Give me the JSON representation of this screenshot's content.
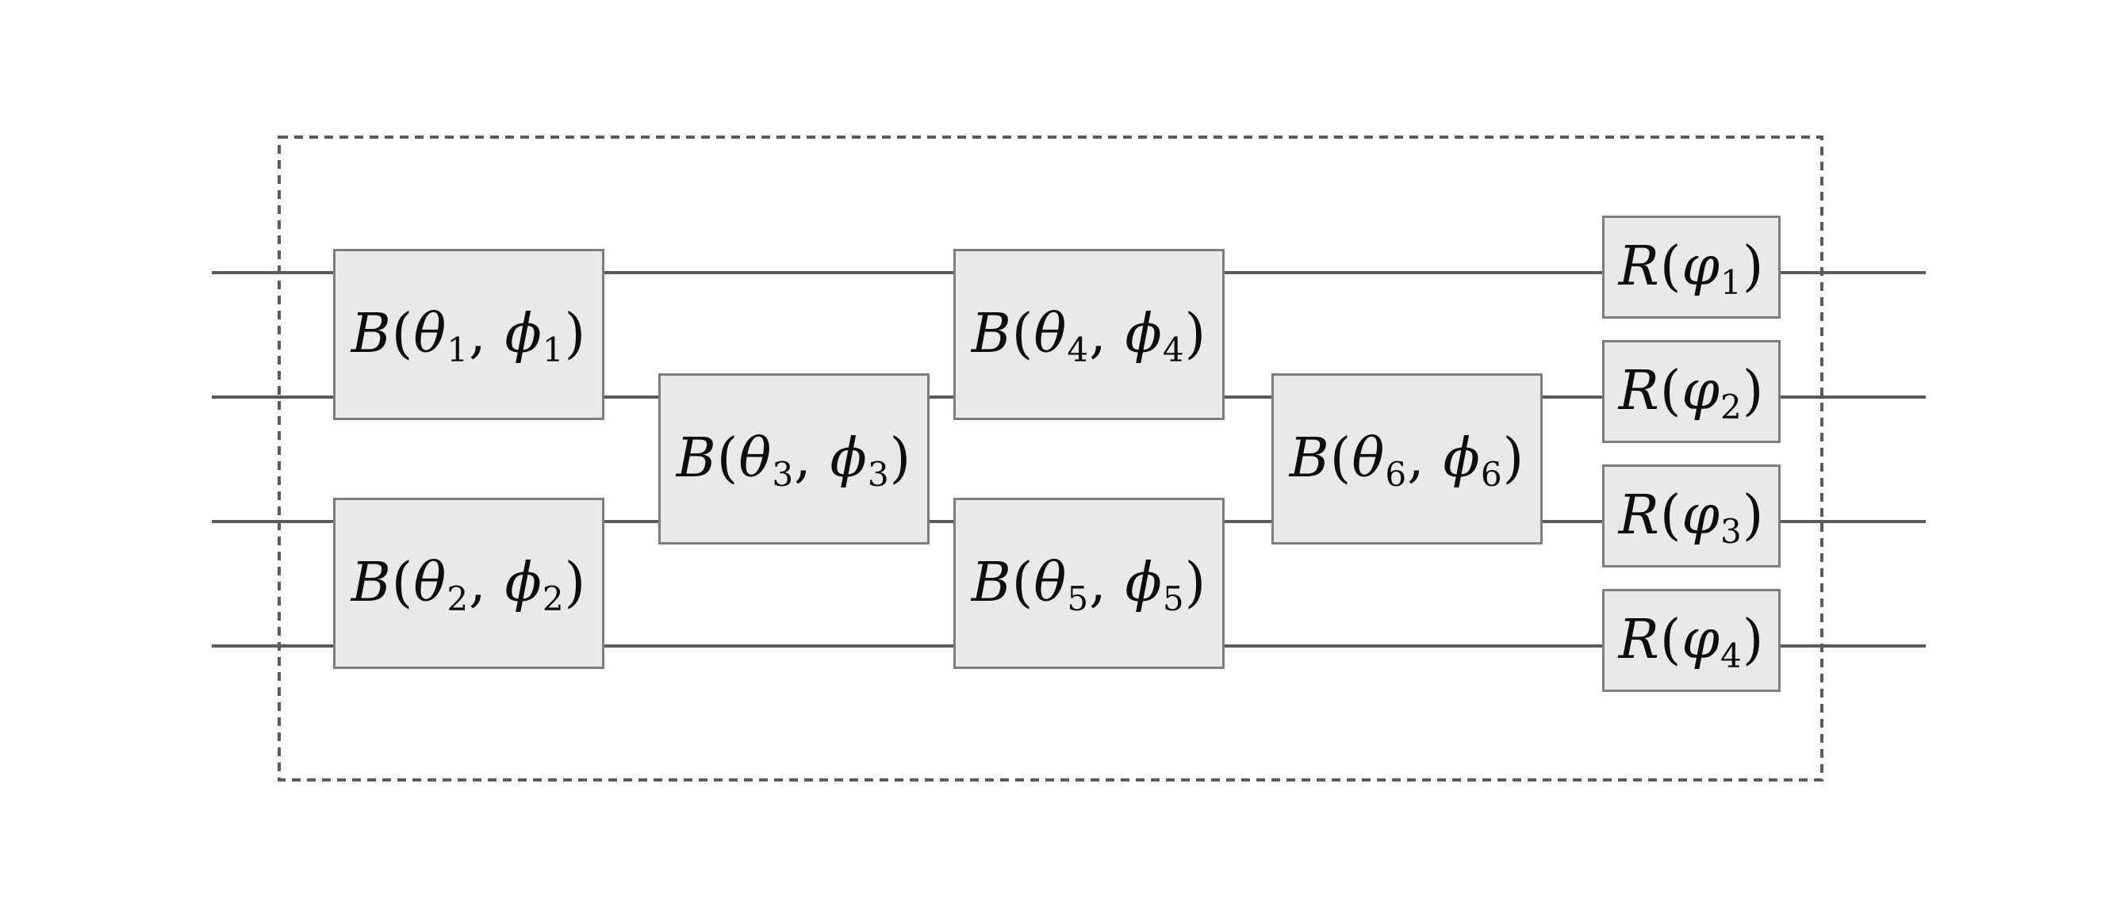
{
  "figure": {
    "type": "photonic-quantum-circuit-diagram",
    "wire_count": 4,
    "beamsplitter_count": 6,
    "rotation_count": 4,
    "colors": {
      "background": "#ffffff",
      "wire": "#5b5b5b",
      "box_fill": "#e9e9e9",
      "box_border": "#7e7e7e",
      "dashed_border": "#5b5b5b",
      "text": "#0d0d0d"
    }
  },
  "gates": {
    "beamsplitters": [
      {
        "name": "B",
        "open": "(",
        "param1": "θ",
        "sub1": "1",
        "sep": ", ",
        "param2": "ϕ",
        "sub2": "1",
        "close": ")"
      },
      {
        "name": "B",
        "open": "(",
        "param1": "θ",
        "sub1": "2",
        "sep": ", ",
        "param2": "ϕ",
        "sub2": "2",
        "close": ")"
      },
      {
        "name": "B",
        "open": "(",
        "param1": "θ",
        "sub1": "3",
        "sep": ", ",
        "param2": "ϕ",
        "sub2": "3",
        "close": ")"
      },
      {
        "name": "B",
        "open": "(",
        "param1": "θ",
        "sub1": "4",
        "sep": ", ",
        "param2": "ϕ",
        "sub2": "4",
        "close": ")"
      },
      {
        "name": "B",
        "open": "(",
        "param1": "θ",
        "sub1": "5",
        "sep": ", ",
        "param2": "ϕ",
        "sub2": "5",
        "close": ")"
      },
      {
        "name": "B",
        "open": "(",
        "param1": "θ",
        "sub1": "6",
        "sep": ", ",
        "param2": "ϕ",
        "sub2": "6",
        "close": ")"
      }
    ],
    "rotations": [
      {
        "name": "R",
        "open": "(",
        "param": "φ",
        "sub": "1",
        "close": ")"
      },
      {
        "name": "R",
        "open": "(",
        "param": "φ",
        "sub": "2",
        "close": ")"
      },
      {
        "name": "R",
        "open": "(",
        "param": "φ",
        "sub": "3",
        "close": ")"
      },
      {
        "name": "R",
        "open": "(",
        "param": "φ",
        "sub": "4",
        "close": ")"
      }
    ]
  }
}
